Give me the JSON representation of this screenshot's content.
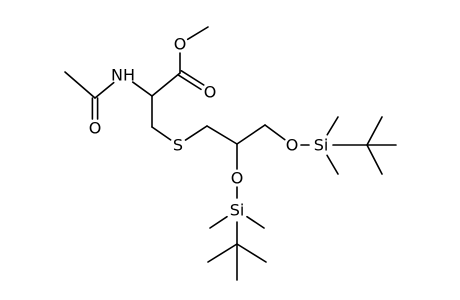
{
  "diagram": {
    "type": "chemical-structure",
    "colors": {
      "bond": "#000000",
      "label": "#000000",
      "background": "#ffffff"
    },
    "atoms": [
      {
        "id": "acetyl_ch3",
        "label": ""
      },
      {
        "id": "acetyl_c",
        "label": ""
      },
      {
        "id": "acetyl_o",
        "label": "O"
      },
      {
        "id": "n",
        "label": "NH"
      },
      {
        "id": "ca",
        "label": ""
      },
      {
        "id": "ester_c",
        "label": ""
      },
      {
        "id": "ester_o_single",
        "label": "O"
      },
      {
        "id": "ester_ch3",
        "label": ""
      },
      {
        "id": "ester_o_double",
        "label": "O"
      },
      {
        "id": "cb",
        "label": ""
      },
      {
        "id": "s",
        "label": "S"
      },
      {
        "id": "c1",
        "label": ""
      },
      {
        "id": "c2",
        "label": ""
      },
      {
        "id": "c3",
        "label": ""
      },
      {
        "id": "o2",
        "label": "O"
      },
      {
        "id": "si2",
        "label": "Si"
      },
      {
        "id": "si2_me_left",
        "label": ""
      },
      {
        "id": "si2_me_right",
        "label": ""
      },
      {
        "id": "tbu2_c",
        "label": ""
      },
      {
        "id": "tbu2_me_left",
        "label": ""
      },
      {
        "id": "tbu2_me_right",
        "label": ""
      },
      {
        "id": "tbu2_me_down",
        "label": ""
      },
      {
        "id": "o3",
        "label": "O"
      },
      {
        "id": "si1",
        "label": "Si"
      },
      {
        "id": "si1_me_up",
        "label": ""
      },
      {
        "id": "si1_me_down",
        "label": ""
      },
      {
        "id": "tbu1_c",
        "label": ""
      },
      {
        "id": "tbu1_me_up",
        "label": ""
      },
      {
        "id": "tbu1_me_right",
        "label": ""
      },
      {
        "id": "tbu1_me_down",
        "label": ""
      }
    ],
    "bonds": [
      {
        "from": "acetyl_ch3",
        "to": "acetyl_c",
        "order": 1
      },
      {
        "from": "acetyl_c",
        "to": "acetyl_o",
        "order": 2
      },
      {
        "from": "acetyl_c",
        "to": "n",
        "order": 1
      },
      {
        "from": "n",
        "to": "ca",
        "order": 1
      },
      {
        "from": "ca",
        "to": "ester_c",
        "order": 1
      },
      {
        "from": "ester_c",
        "to": "ester_o_single",
        "order": 1
      },
      {
        "from": "ester_o_single",
        "to": "ester_ch3",
        "order": 1
      },
      {
        "from": "ester_c",
        "to": "ester_o_double",
        "order": 2
      },
      {
        "from": "ca",
        "to": "cb",
        "order": 1
      },
      {
        "from": "cb",
        "to": "s",
        "order": 1
      },
      {
        "from": "s",
        "to": "c1",
        "order": 1
      },
      {
        "from": "c1",
        "to": "c2",
        "order": 1
      },
      {
        "from": "c2",
        "to": "c3",
        "order": 1
      },
      {
        "from": "c2",
        "to": "o2",
        "order": 1
      },
      {
        "from": "o2",
        "to": "si2",
        "order": 1
      },
      {
        "from": "si2",
        "to": "si2_me_left",
        "order": 1
      },
      {
        "from": "si2",
        "to": "si2_me_right",
        "order": 1
      },
      {
        "from": "si2",
        "to": "tbu2_c",
        "order": 1
      },
      {
        "from": "tbu2_c",
        "to": "tbu2_me_left",
        "order": 1
      },
      {
        "from": "tbu2_c",
        "to": "tbu2_me_right",
        "order": 1
      },
      {
        "from": "tbu2_c",
        "to": "tbu2_me_down",
        "order": 1
      },
      {
        "from": "c3",
        "to": "o3",
        "order": 1
      },
      {
        "from": "o3",
        "to": "si1",
        "order": 1
      },
      {
        "from": "si1",
        "to": "si1_me_up",
        "order": 1
      },
      {
        "from": "si1",
        "to": "si1_me_down",
        "order": 1
      },
      {
        "from": "si1",
        "to": "tbu1_c",
        "order": 1
      },
      {
        "from": "tbu1_c",
        "to": "tbu1_me_up",
        "order": 1
      },
      {
        "from": "tbu1_c",
        "to": "tbu1_me_right",
        "order": 1
      },
      {
        "from": "tbu1_c",
        "to": "tbu1_me_down",
        "order": 1
      }
    ]
  }
}
